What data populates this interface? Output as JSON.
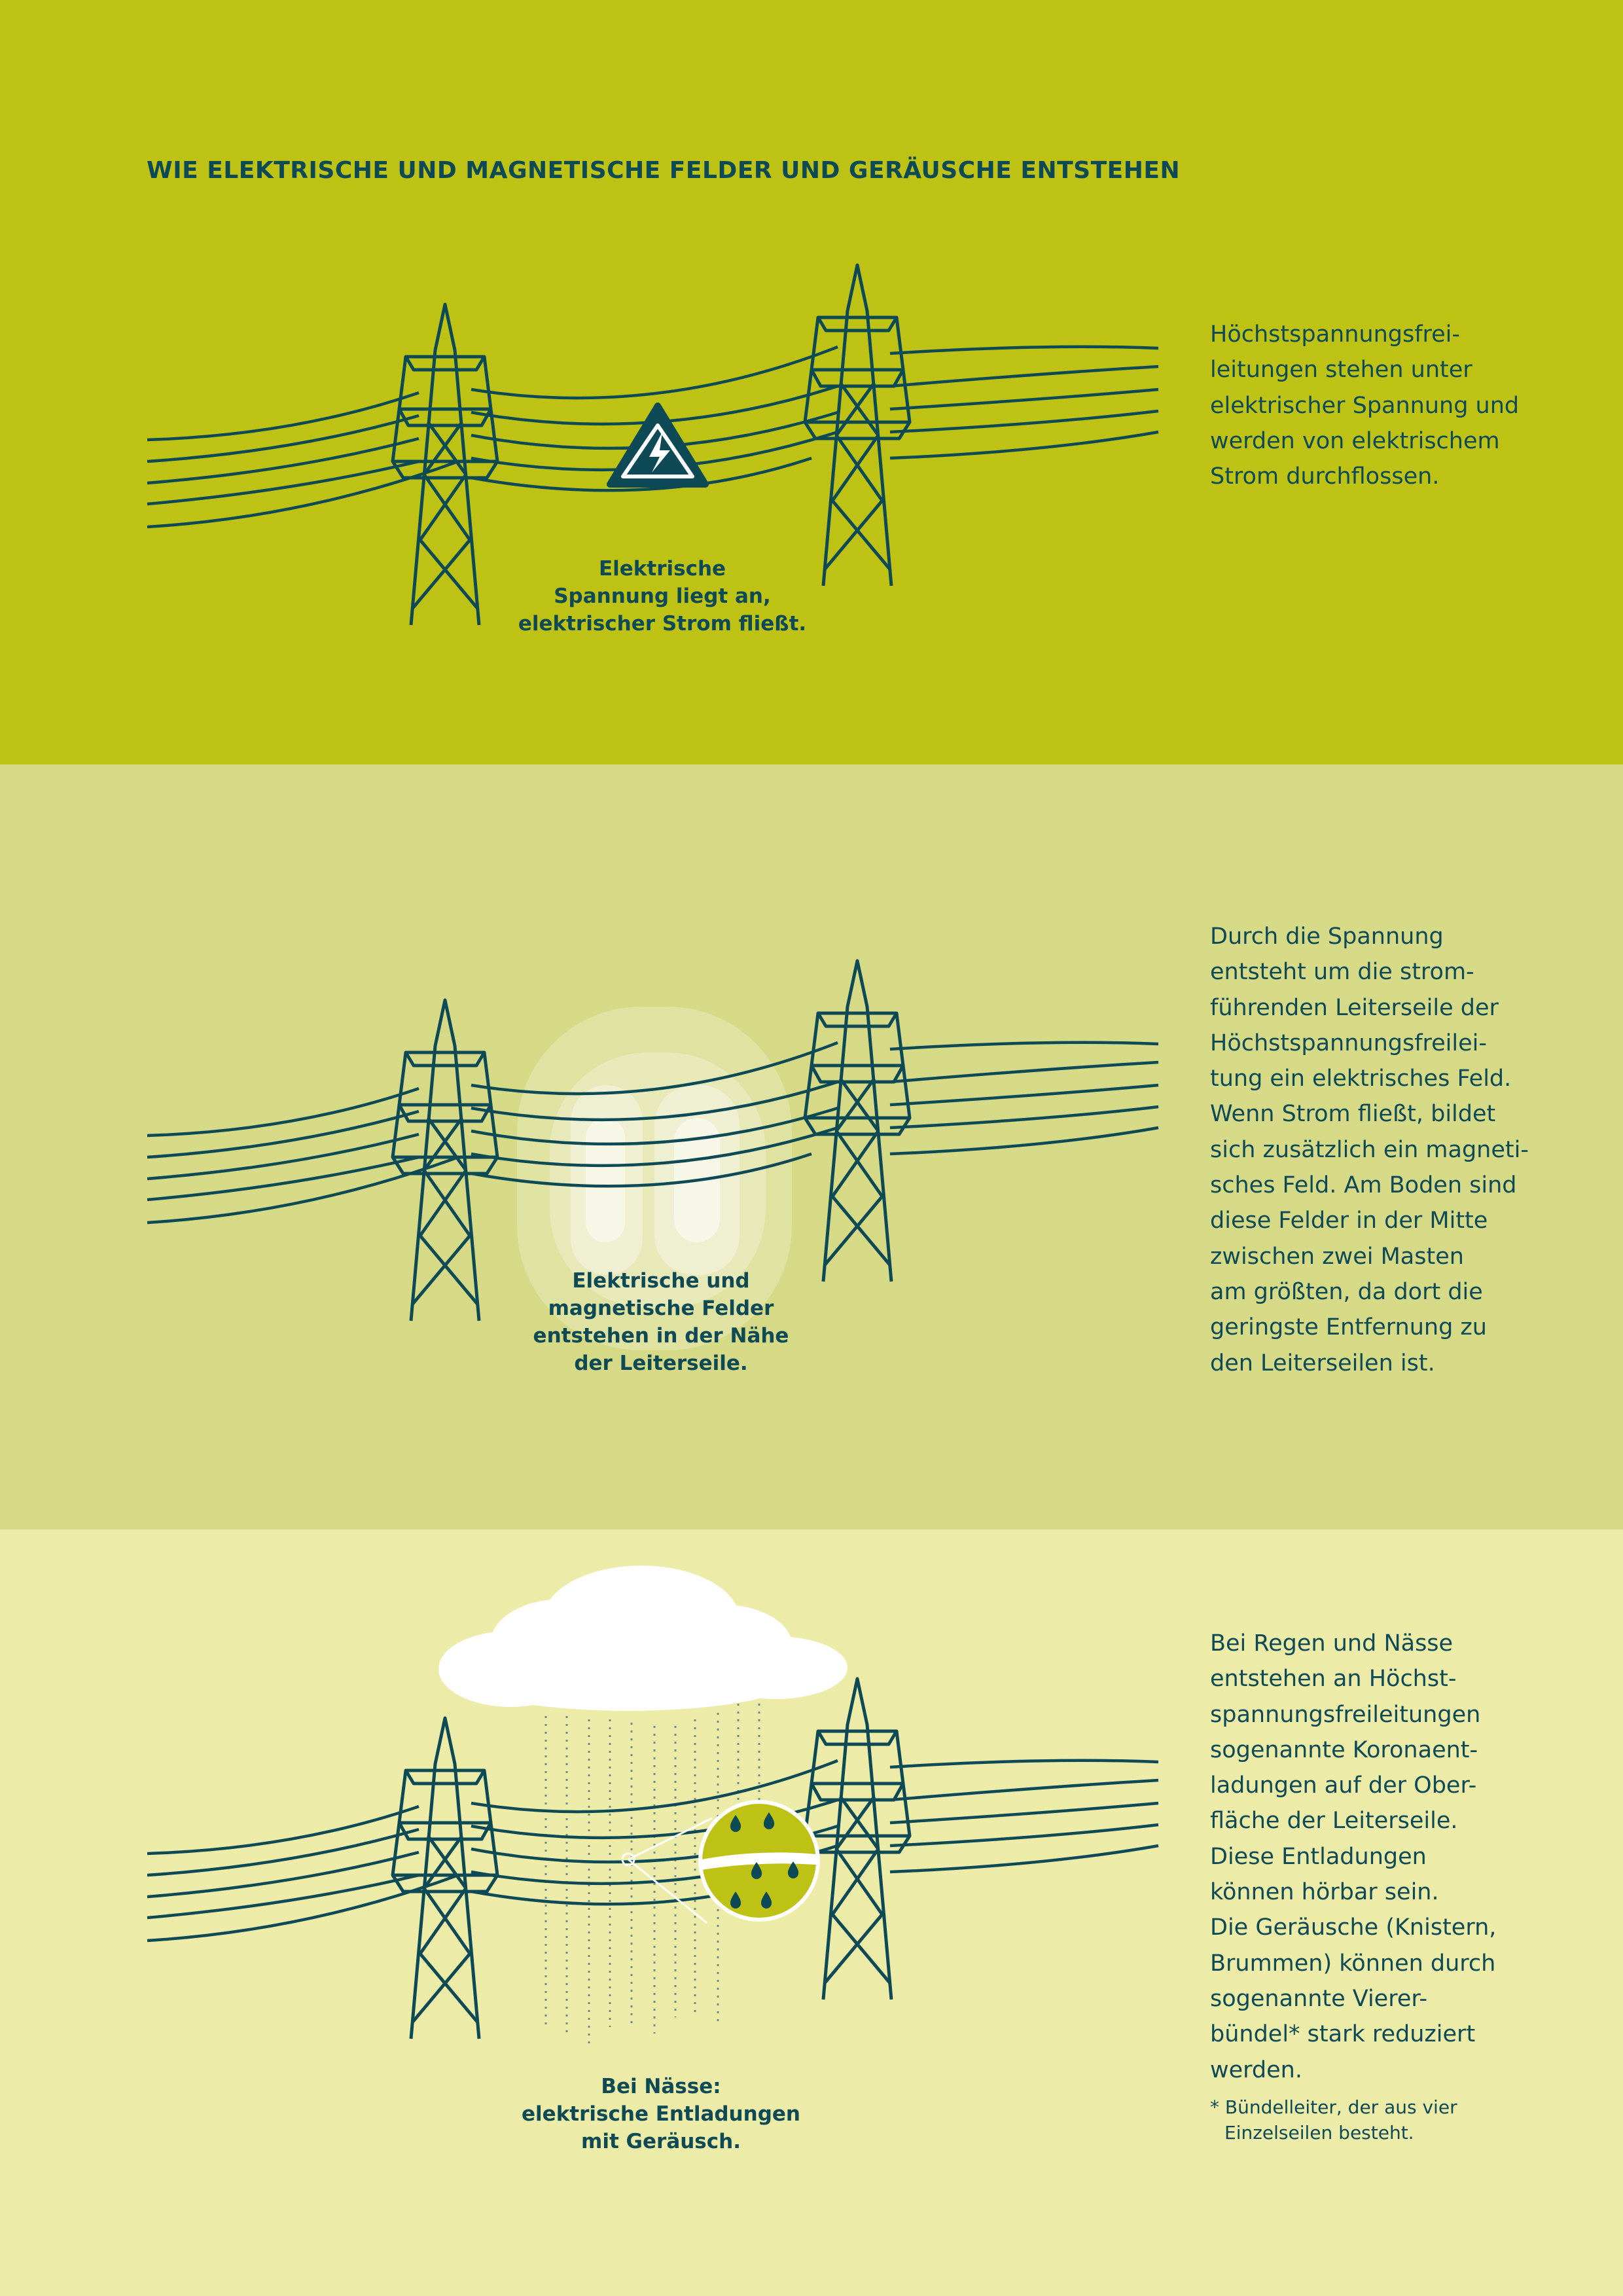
{
  "page": {
    "heading": "WIE ELEKTRISCHE UND MAGNETISCHE FELDER UND GERÄUSCHE ENTSTEHEN"
  },
  "colors": {
    "section_1_background": "#bec215",
    "section_2_background": "#d6da86",
    "section_3_background": "#eceba8",
    "ink": "#0e4a55",
    "magnifier_fill": "#bec215"
  },
  "sections": [
    {
      "illustration_icons": [
        "power-pylon-icon",
        "high-voltage-warning-icon"
      ],
      "caption_lines": [
        "Elektrische",
        "Spannung liegt an,",
        "elektrischer Strom fließt."
      ],
      "body_lines": [
        "Höchstspannungsfrei-",
        "leitungen stehen unter",
        "elektrischer Spannung und",
        "werden von elektrischem",
        "Strom durchflossen."
      ]
    },
    {
      "illustration_icons": [
        "power-pylon-icon",
        "field-glow-icon"
      ],
      "caption_lines": [
        "Elektrische und",
        "magnetische Felder",
        "entstehen in der Nähe",
        "der Leiterseile."
      ],
      "body_lines": [
        "Durch die Spannung",
        "entsteht um die strom-",
        "führenden Leiterseile der",
        "Höchstspannungsfreilei-",
        "tung ein elektrisches Feld.",
        "Wenn Strom fließt, bildet",
        "sich zusätzlich ein magneti-",
        "sches Feld. Am Boden sind",
        "diese Felder in der Mitte",
        "zwischen zwei Masten",
        "am größten, da dort die",
        "geringste Entfernung zu",
        "den Leiterseilen ist."
      ]
    },
    {
      "illustration_icons": [
        "power-pylon-icon",
        "cloud-icon",
        "rain-icon",
        "droplet-icon"
      ],
      "caption_lines": [
        "Bei Nässe:",
        "elektrische Entladungen",
        "mit Geräusch."
      ],
      "body_lines": [
        "Bei Regen und Nässe",
        "entstehen an Höchst-",
        "spannungsfreileitungen",
        "sogenannte Koronaent-",
        "ladungen auf der Ober-",
        "fläche der Leiterseile.",
        "Diese Entladungen",
        "können hörbar sein.",
        "Die Geräusche (Knistern,",
        "Brummen) können durch",
        "sogenannte Vierer-",
        "bündel* stark reduziert",
        "werden."
      ],
      "footnote_lines": [
        "* Bündelleiter, der aus vier",
        "Einzelseilen besteht."
      ]
    }
  ]
}
